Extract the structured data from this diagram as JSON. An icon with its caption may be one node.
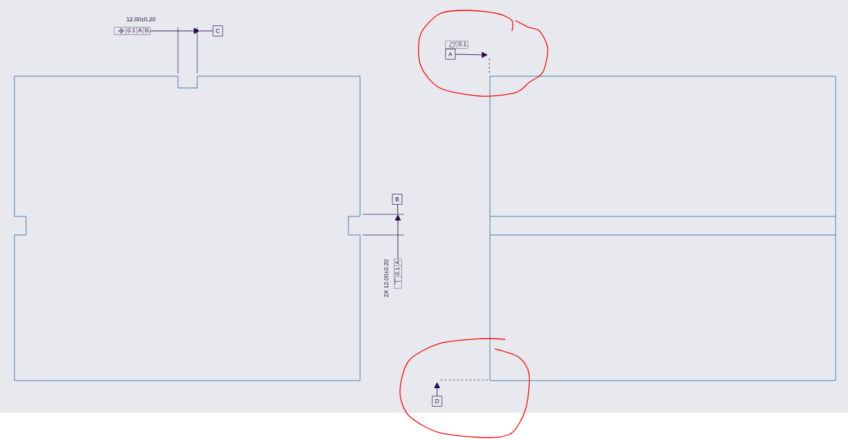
{
  "diagram": {
    "nodes": [
      {
        "text": [
          "0.1",
          "A",
          "B"
        ],
        "beside": [
          "12.00±0.20"
        ]
      },
      {
        "text": [
          "C"
        ]
      },
      {
        "text": [
          "B"
        ]
      },
      {
        "text": [
          "0.1",
          "A"
        ],
        "beside": [
          "2X 12.00±0.20"
        ]
      },
      {
        "text": [
          "0.1"
        ]
      },
      {
        "text": [
          "A"
        ]
      },
      {
        "text": [
          "D"
        ]
      }
    ],
    "edges": [
      {
        "from": 0,
        "to": null,
        "arrow": "to"
      },
      {
        "from": 1,
        "to": null,
        "arrow": "none"
      },
      {
        "from": 3,
        "to": null,
        "arrow": "to"
      },
      {
        "from": 2,
        "to": null,
        "arrow": "none"
      },
      {
        "from": 5,
        "to": null,
        "arrow": "to"
      },
      {
        "from": 6,
        "to": null,
        "arrow": "to"
      }
    ]
  }
}
